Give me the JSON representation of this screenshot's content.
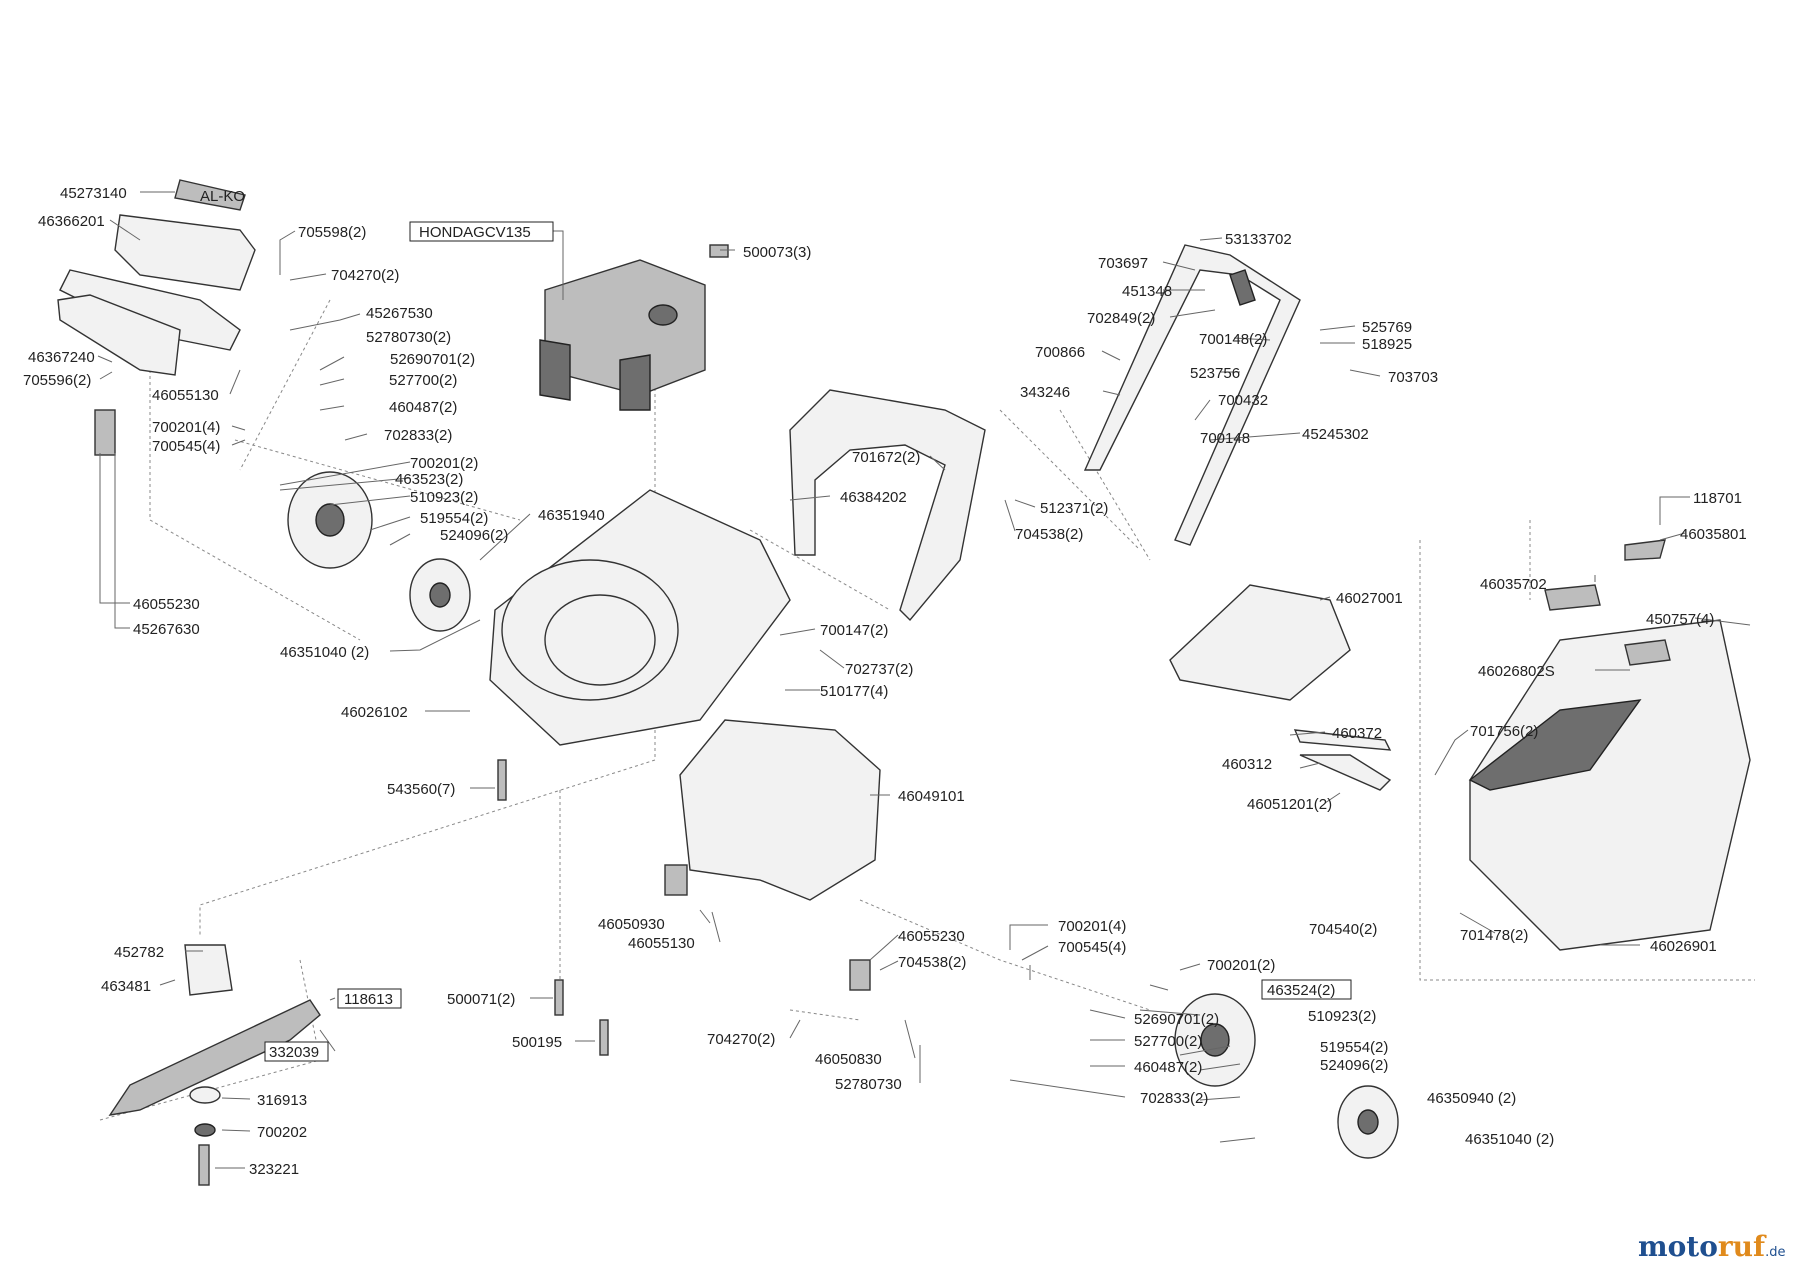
{
  "labels": {
    "l45273140": "45273140",
    "l46366201": "46366201",
    "l705598": "705598(2)",
    "l704270a": "704270(2)",
    "l45267530": "45267530",
    "l52780730a": "52780730(2)",
    "l52690701a": "52690701(2)",
    "l527700a": "527700(2)",
    "l460487a": "460487(2)",
    "l702833a": "702833(2)",
    "l46367240": "46367240",
    "l705596": "705596(2)",
    "l46055130a": "46055130",
    "l700201a": "700201(4)",
    "l700545a": "700545(4)",
    "l700201b": "700201(2)",
    "l463523": "463523(2)",
    "l510923a": "510923(2)",
    "l519554a": "519554(2)",
    "l524096a": "524096(2)",
    "l46351940": "46351940",
    "l46055230a": "46055230",
    "l45267630": "45267630",
    "l46351040a": "46351040 (2)",
    "lhonda": "HONDAGCV135",
    "l500073": "500073(3)",
    "l46026102": "46026102",
    "l543560": "543560(7)",
    "l700147": "700147(2)",
    "l702737": "702737(2)",
    "l510177": "510177(4)",
    "l701672": "701672(2)",
    "l46384202": "46384202",
    "l512371": "512371(2)",
    "l704538a": "704538(2)",
    "l53133702": "53133702",
    "l703697": "703697",
    "l451348": "451348",
    "l702849": "702849(2)",
    "l700148a": "700148(2)",
    "l525769": "525769",
    "l518925": "518925",
    "l700866": "700866",
    "l523756": "523756",
    "l703703": "703703",
    "l343246": "343246",
    "l700432": "700432",
    "l700148b": "700148",
    "l45245302": "45245302",
    "l118701": "118701",
    "l46035801": "46035801",
    "l46035702": "46035702",
    "l450757": "450757(4)",
    "l46026802S": "46026802S",
    "l46027001": "46027001",
    "l460372": "460372",
    "l460312": "460312",
    "l46051201": "46051201(2)",
    "l701756": "701756(2)",
    "l701478": "701478(2)",
    "l46026901": "46026901",
    "l46049101": "46049101",
    "l46050930": "46050930",
    "l46055130b": "46055130",
    "l452782": "452782",
    "l463481": "463481",
    "l118613": "118613",
    "l332039": "332039",
    "l316913": "316913",
    "l700202": "700202",
    "l323221": "323221",
    "l500071": "500071(2)",
    "l500195": "500195",
    "l46055230b": "46055230",
    "l704538b": "704538(2)",
    "l704270b": "704270(2)",
    "l46050830": "46050830",
    "l52780730b": "52780730",
    "l700201c": "700201(4)",
    "l700545b": "700545(4)",
    "l52690701b": "52690701(2)",
    "l527700b": "527700(2)",
    "l460487b": "460487(2)",
    "l702833b": "702833(2)",
    "l700201d": "700201(2)",
    "l704540": "704540(2)",
    "l463524": "463524(2)",
    "l510923b": "510923(2)",
    "l519554b": "519554(2)",
    "l524096b": "524096(2)",
    "l46350940": "46350940 (2)",
    "l46351040b": "46351040 (2)"
  },
  "logo": {
    "alko": "AL-KO"
  },
  "watermark": {
    "part1": "moto",
    "part2": "ruf",
    "suffix": ".de"
  }
}
